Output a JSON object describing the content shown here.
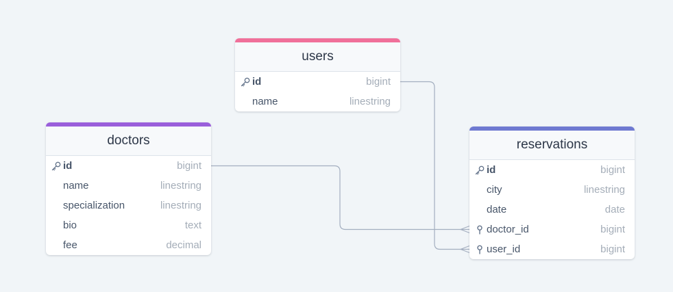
{
  "tables": {
    "users": {
      "name": "users",
      "accent": "#f0709a",
      "columns": [
        {
          "name": "id",
          "type": "bigint",
          "key": "primary"
        },
        {
          "name": "name",
          "type": "linestring",
          "key": "none"
        }
      ]
    },
    "doctors": {
      "name": "doctors",
      "accent": "#9a5fdb",
      "columns": [
        {
          "name": "id",
          "type": "bigint",
          "key": "primary"
        },
        {
          "name": "name",
          "type": "linestring",
          "key": "none"
        },
        {
          "name": "specialization",
          "type": "linestring",
          "key": "none"
        },
        {
          "name": "bio",
          "type": "text",
          "key": "none"
        },
        {
          "name": "fee",
          "type": "decimal",
          "key": "none"
        }
      ]
    },
    "reservations": {
      "name": "reservations",
      "accent": "#6e79d1",
      "columns": [
        {
          "name": "id",
          "type": "bigint",
          "key": "primary"
        },
        {
          "name": "city",
          "type": "linestring",
          "key": "none"
        },
        {
          "name": "date",
          "type": "date",
          "key": "none"
        },
        {
          "name": "doctor_id",
          "type": "bigint",
          "key": "foreign"
        },
        {
          "name": "user_id",
          "type": "bigint",
          "key": "foreign"
        }
      ]
    }
  },
  "relationships": [
    {
      "from": "users.id",
      "to": "reservations.user_id",
      "cardinality": "one-to-many"
    },
    {
      "from": "doctors.id",
      "to": "reservations.doctor_id",
      "cardinality": "one-to-many"
    }
  ],
  "icons": {
    "primary": "key-icon",
    "foreign": "foreign-key-icon"
  },
  "colors": {
    "background": "#f1f5f8",
    "edge": "#a3aebf"
  }
}
